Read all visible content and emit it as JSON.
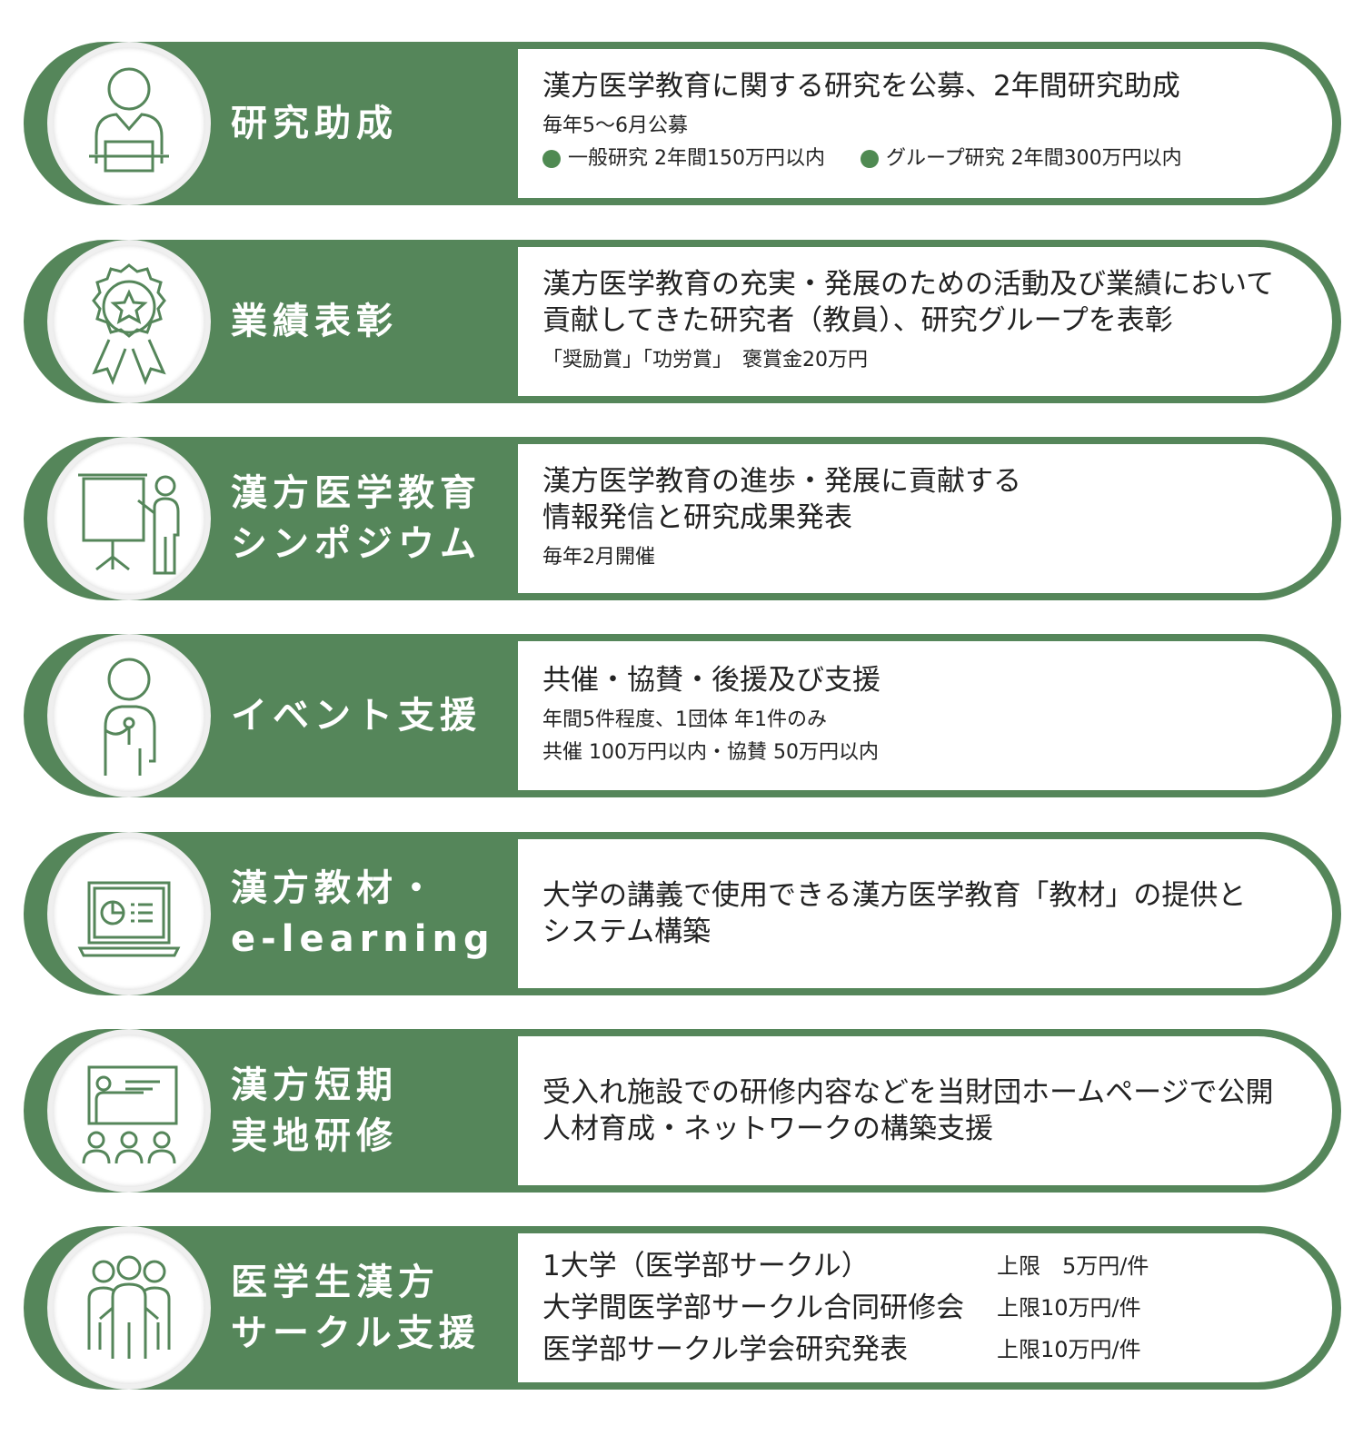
{
  "colors": {
    "accent": "#55865a",
    "dot": "#4f8a52"
  },
  "rows": [
    {
      "icon": "presenter-laptop-icon",
      "title_lines": [
        "研究助成"
      ],
      "main": "漢方医学教育に関する研究を公募、2年間研究助成",
      "sub": "毎年5〜6月公募",
      "bullets": [
        "一般研究 2年間150万円以内",
        "グループ研究 2年間300万円以内"
      ]
    },
    {
      "icon": "award-ribbon-icon",
      "title_lines": [
        "業績表彰"
      ],
      "main_lines": [
        "漢方医学教育の充実・発展のための活動及び業績において",
        "貢献してきた研究者（教員）、研究グループを表彰"
      ],
      "sub": "「奨励賞」「功労賞」　褒賞金20万円"
    },
    {
      "icon": "presentation-board-icon",
      "title_lines": [
        "漢方医学教育",
        "シンポジウム"
      ],
      "main_lines": [
        "漢方医学教育の進歩・発展に貢献する",
        "情報発信と研究成果発表"
      ],
      "sub": "毎年2月開催"
    },
    {
      "icon": "speaker-microphone-icon",
      "title_lines": [
        "イベント支援"
      ],
      "main": "共催・協賛・後援及び支援",
      "sub_lines": [
        "年間5件程度、1団体 年1件のみ",
        "共催 100万円以内・協賛 50万円以内"
      ]
    },
    {
      "icon": "laptop-chart-icon",
      "title_lines": [
        "漢方教材・",
        "e-learning"
      ],
      "main_lines": [
        "大学の講義で使用できる漢方医学教育「教材」の提供と",
        "システム構築"
      ]
    },
    {
      "icon": "classroom-training-icon",
      "title_lines": [
        "漢方短期",
        "実地研修"
      ],
      "main_lines": [
        "受入れ施設での研修内容などを当財団ホームページで公開",
        "人材育成・ネットワークの構築支援"
      ]
    },
    {
      "icon": "student-group-icon",
      "title_lines": [
        "医学生漢方",
        "サークル支援"
      ],
      "items": [
        {
          "label": "1大学（医学部サークル）",
          "limit": "上限　5万円/件"
        },
        {
          "label": "大学間医学部サークル合同研修会",
          "limit": "上限10万円/件"
        },
        {
          "label": "医学部サークル学会研究発表",
          "limit": "上限10万円/件"
        }
      ]
    }
  ]
}
